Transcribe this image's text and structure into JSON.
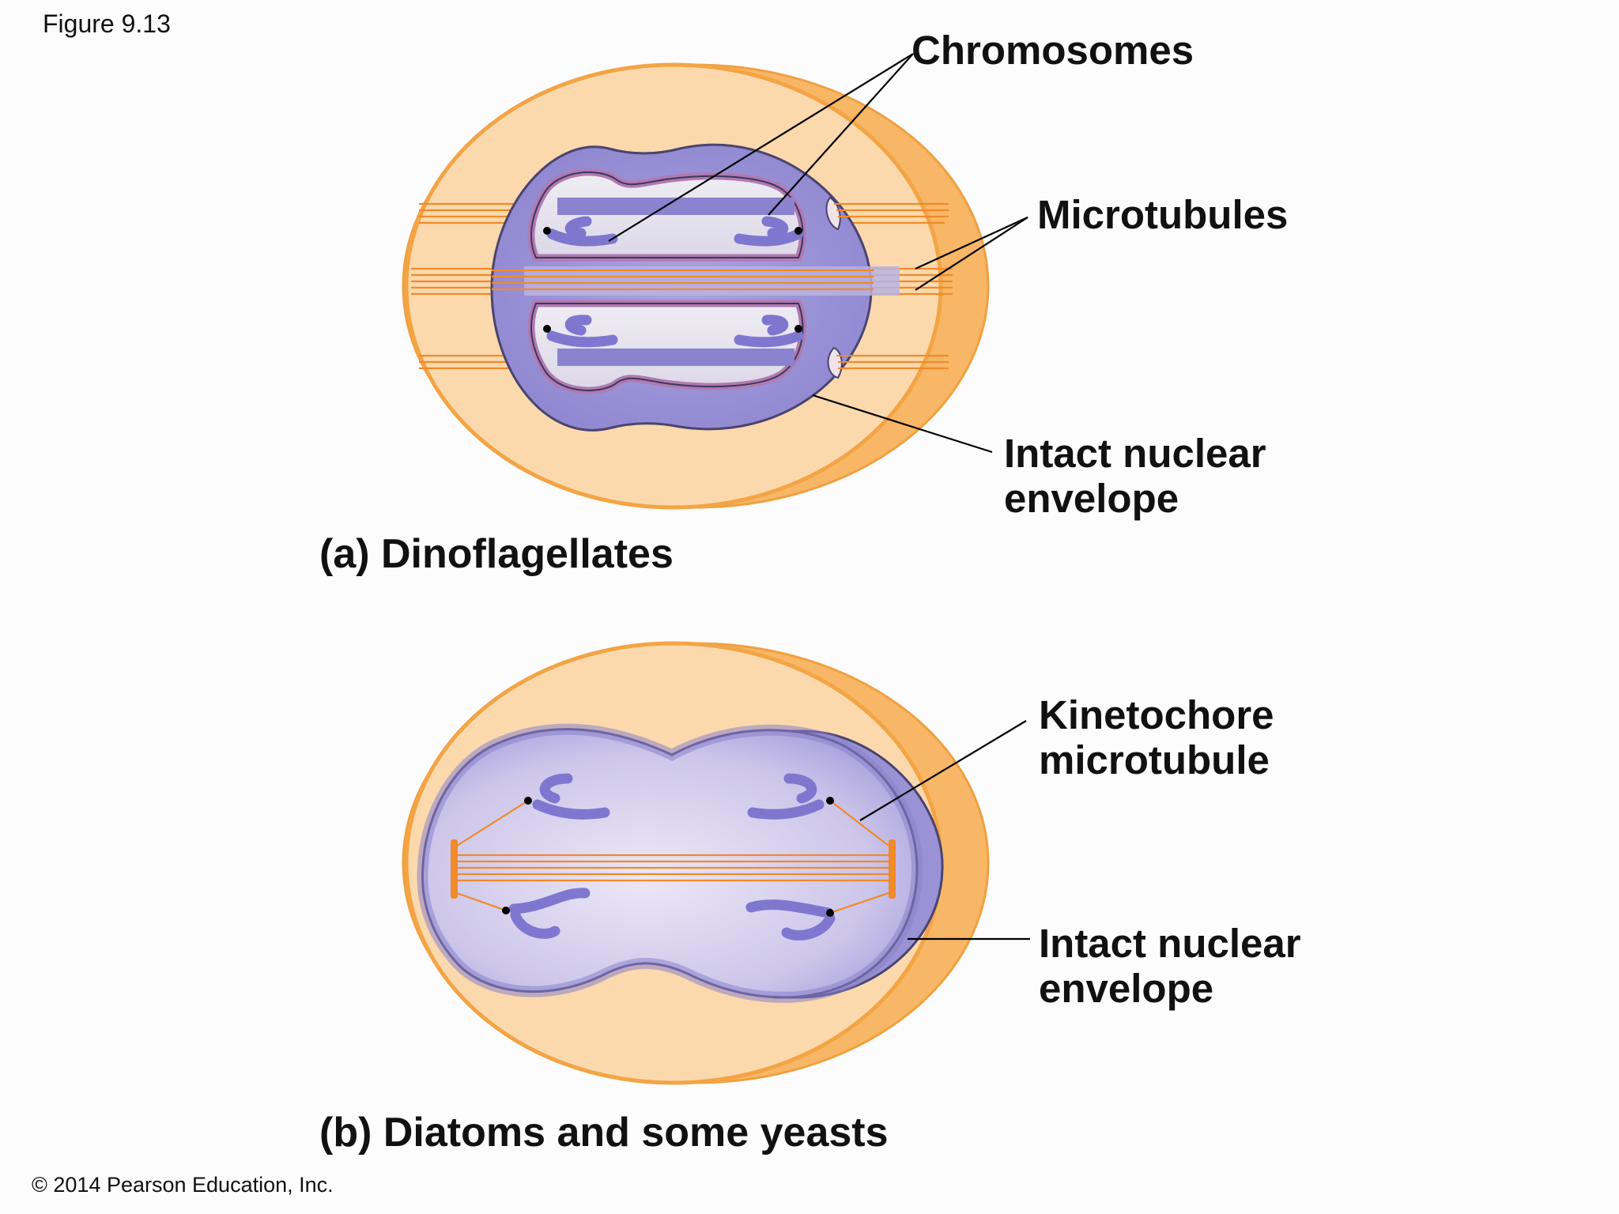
{
  "figure_label": "Figure 9.13",
  "copyright": "© 2014 Pearson Education, Inc.",
  "panel_a": {
    "caption": "(a) Dinoflagellates",
    "labels": {
      "chromosomes": "Chromosomes",
      "microtubules": "Microtubules",
      "envelope_line1": "Intact nuclear",
      "envelope_line2": "envelope"
    }
  },
  "panel_b": {
    "caption": "(b) Diatoms and some yeasts",
    "labels": {
      "kinetochore_line1": "Kinetochore",
      "kinetochore_line2": "microtubule",
      "envelope_line1": "Intact nuclear",
      "envelope_line2": "envelope"
    }
  },
  "colors": {
    "cell_fill": "#fbd7a8",
    "cell_edge": "#f5a948",
    "nucleus_fill": "#9d95d8",
    "nucleus_edge": "#4a4470",
    "chromosome": "#7f77cf",
    "microtubule": "#f08a2a",
    "channel_membrane": "#b07ab0"
  }
}
